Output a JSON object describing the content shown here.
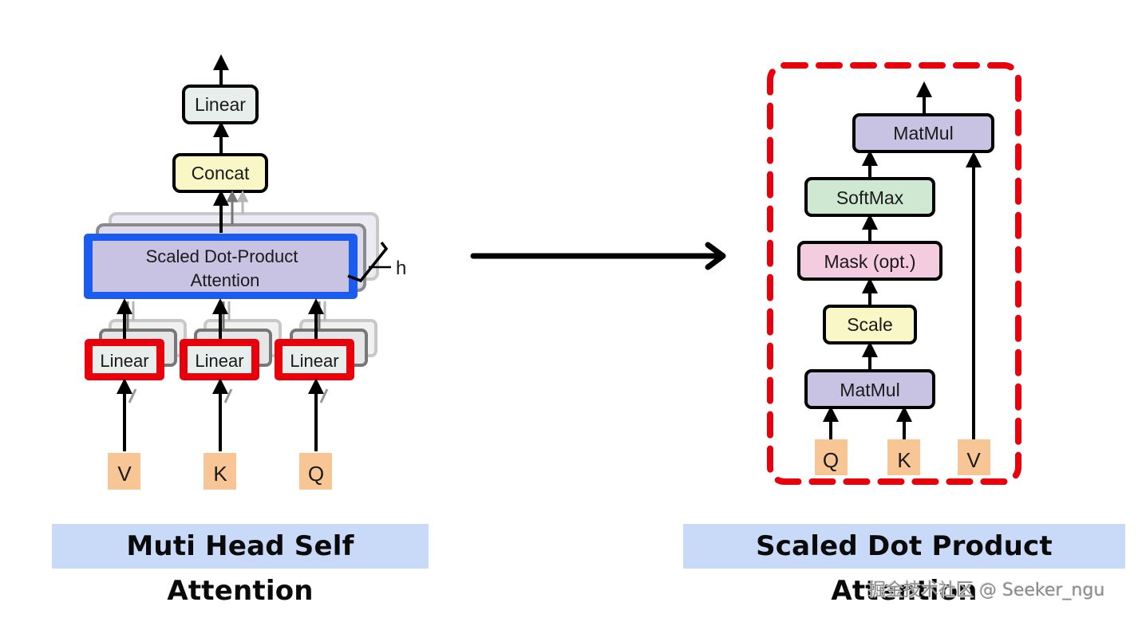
{
  "multi_head": {
    "caption": "Muti Head Self Attention",
    "output_linear": "Linear",
    "concat": "Concat",
    "attention_line1": "Scaled Dot-Product",
    "attention_line2": "Attention",
    "heads_label": "h",
    "projections": [
      {
        "label": "Linear",
        "input": "V"
      },
      {
        "label": "Linear",
        "input": "K"
      },
      {
        "label": "Linear",
        "input": "Q"
      }
    ]
  },
  "scaled_dot": {
    "caption": "Scaled Dot Product Attention",
    "top_matmul": "MatMul",
    "softmax": "SoftMax",
    "mask": "Mask (opt.)",
    "scale": "Scale",
    "bottom_matmul": "MatMul",
    "inputs": [
      "Q",
      "K",
      "V"
    ]
  },
  "colors": {
    "highlight_blue": "#1a5cf0",
    "highlight_red": "#e8000b",
    "linear_fill": "#e8eeec",
    "concat_fill": "#f9f7c5",
    "attention_fill": "#c9c3e3",
    "softmax_fill": "#cfe8d2",
    "mask_fill": "#f3ccdf",
    "scale_fill": "#f9f7c5",
    "matmul_fill": "#c9c3e3",
    "input_fill": "#f8c595",
    "caption_bg": "#c9daf8"
  },
  "watermark": "掘金技术社区 @ Seeker_ngu"
}
